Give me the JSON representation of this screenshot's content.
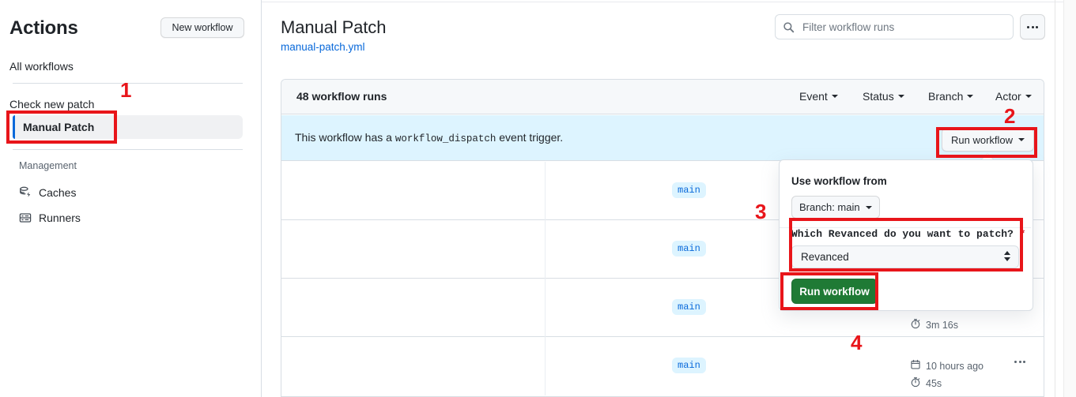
{
  "sidebar": {
    "title": "Actions",
    "new_workflow_label": "New workflow",
    "items": [
      {
        "label": "All workflows"
      },
      {
        "label": "Check new patch"
      },
      {
        "label": "Manual Patch"
      }
    ],
    "management_heading": "Management",
    "management_items": [
      {
        "label": "Caches",
        "icon": "cache-icon"
      },
      {
        "label": "Runners",
        "icon": "runners-icon"
      }
    ]
  },
  "header": {
    "title": "Manual Patch",
    "yml_link": "manual-patch.yml",
    "search": {
      "placeholder": "Filter workflow runs",
      "value": "",
      "icon": "search-icon"
    },
    "kebab_label": "..."
  },
  "runs": {
    "count_label": "48 workflow runs",
    "filters": [
      {
        "label": "Event"
      },
      {
        "label": "Status"
      },
      {
        "label": "Branch"
      },
      {
        "label": "Actor"
      }
    ],
    "dispatch_banner": {
      "text_before": "This workflow has a",
      "code": "workflow_dispatch",
      "text_after": "event trigger.",
      "run_button_label": "Run workflow"
    },
    "rows": [
      {
        "branch": "main",
        "date": "",
        "duration": ""
      },
      {
        "branch": "main",
        "date": "",
        "duration": ""
      },
      {
        "branch": "main",
        "date": "",
        "duration": "3m 16s"
      },
      {
        "branch": "main",
        "date": "10 hours ago",
        "duration": "45s"
      }
    ]
  },
  "dropdown": {
    "use_workflow_from_label": "Use workflow from",
    "branch_button_label": "Branch: main",
    "input_label": "Which Revanced do you want to patch?",
    "required_marker": "*",
    "select_value": "Revanced",
    "run_button_label": "Run workflow"
  },
  "annotations": [
    {
      "number": "1"
    },
    {
      "number": "2"
    },
    {
      "number": "3"
    },
    {
      "number": "4"
    }
  ],
  "colors": {
    "accent_blue": "#0969da",
    "annotation_red": "#e8151a",
    "green_button": "#1f7a35",
    "banner_blue": "#ddf4ff",
    "progress_orange": "#ff7b62"
  }
}
